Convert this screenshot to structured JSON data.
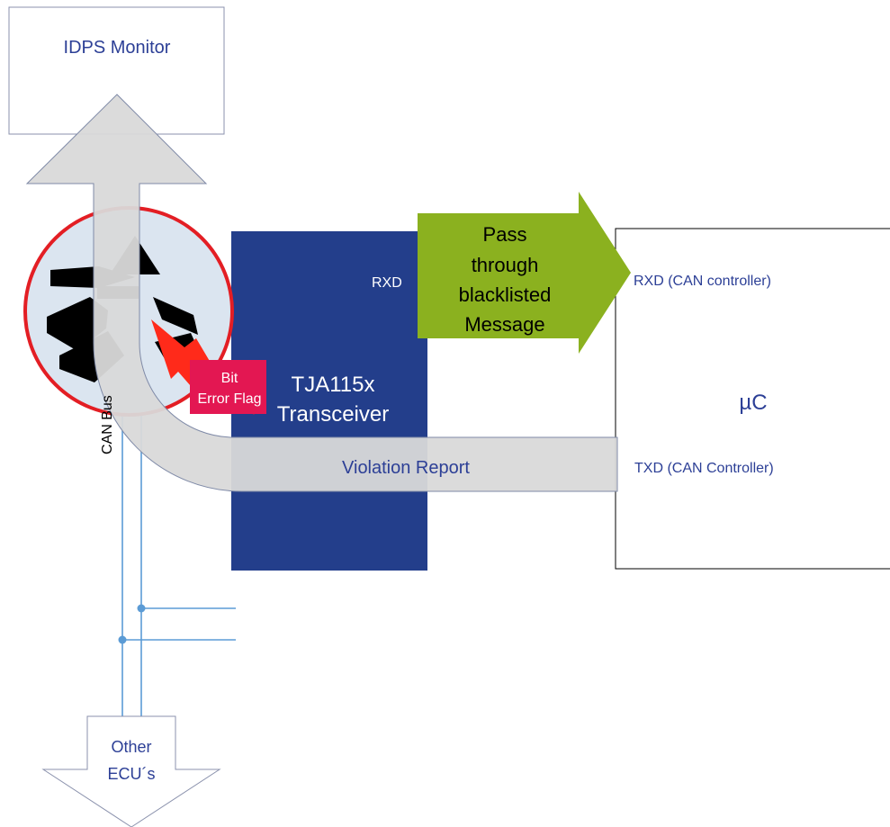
{
  "idps_monitor": {
    "label": "IDPS Monitor"
  },
  "transceiver": {
    "line1": "TJA115x",
    "line2": "Transceiver",
    "rxd_label": "RXD"
  },
  "pass_arrow": {
    "lines": [
      "Pass",
      "through",
      "blacklisted",
      "Message"
    ]
  },
  "microcontroller": {
    "label": "µC",
    "rxd_label": "RXD (CAN controller)",
    "txd_label": "TXD (CAN Controller)"
  },
  "violation_arrow": {
    "label": "Violation Report"
  },
  "error_flag": {
    "line1": "Bit",
    "line2": "Error Flag"
  },
  "can_bus": {
    "label": "CAN Bus"
  },
  "other_ecus": {
    "line1": "Other",
    "line2": "ECU´s"
  },
  "colors": {
    "transceiver_fill": "#233e8b",
    "text_blue": "#2c3f96",
    "pass_arrow_fill": "#8bb11f",
    "violation_arrow_fill": "#d9d9d9",
    "violation_arrow_stroke": "#7f8aa7",
    "hacker_ring": "#e31e24",
    "hacker_bg": "#dbe5f0",
    "error_flag_fill": "#e31752",
    "lightning_fill": "#ff2a1a",
    "bus_line": "#5b9bd5",
    "box_stroke": "#8b92ad"
  },
  "icons": {
    "hacker": "hacker-icon",
    "lightning": "lightning-icon"
  }
}
